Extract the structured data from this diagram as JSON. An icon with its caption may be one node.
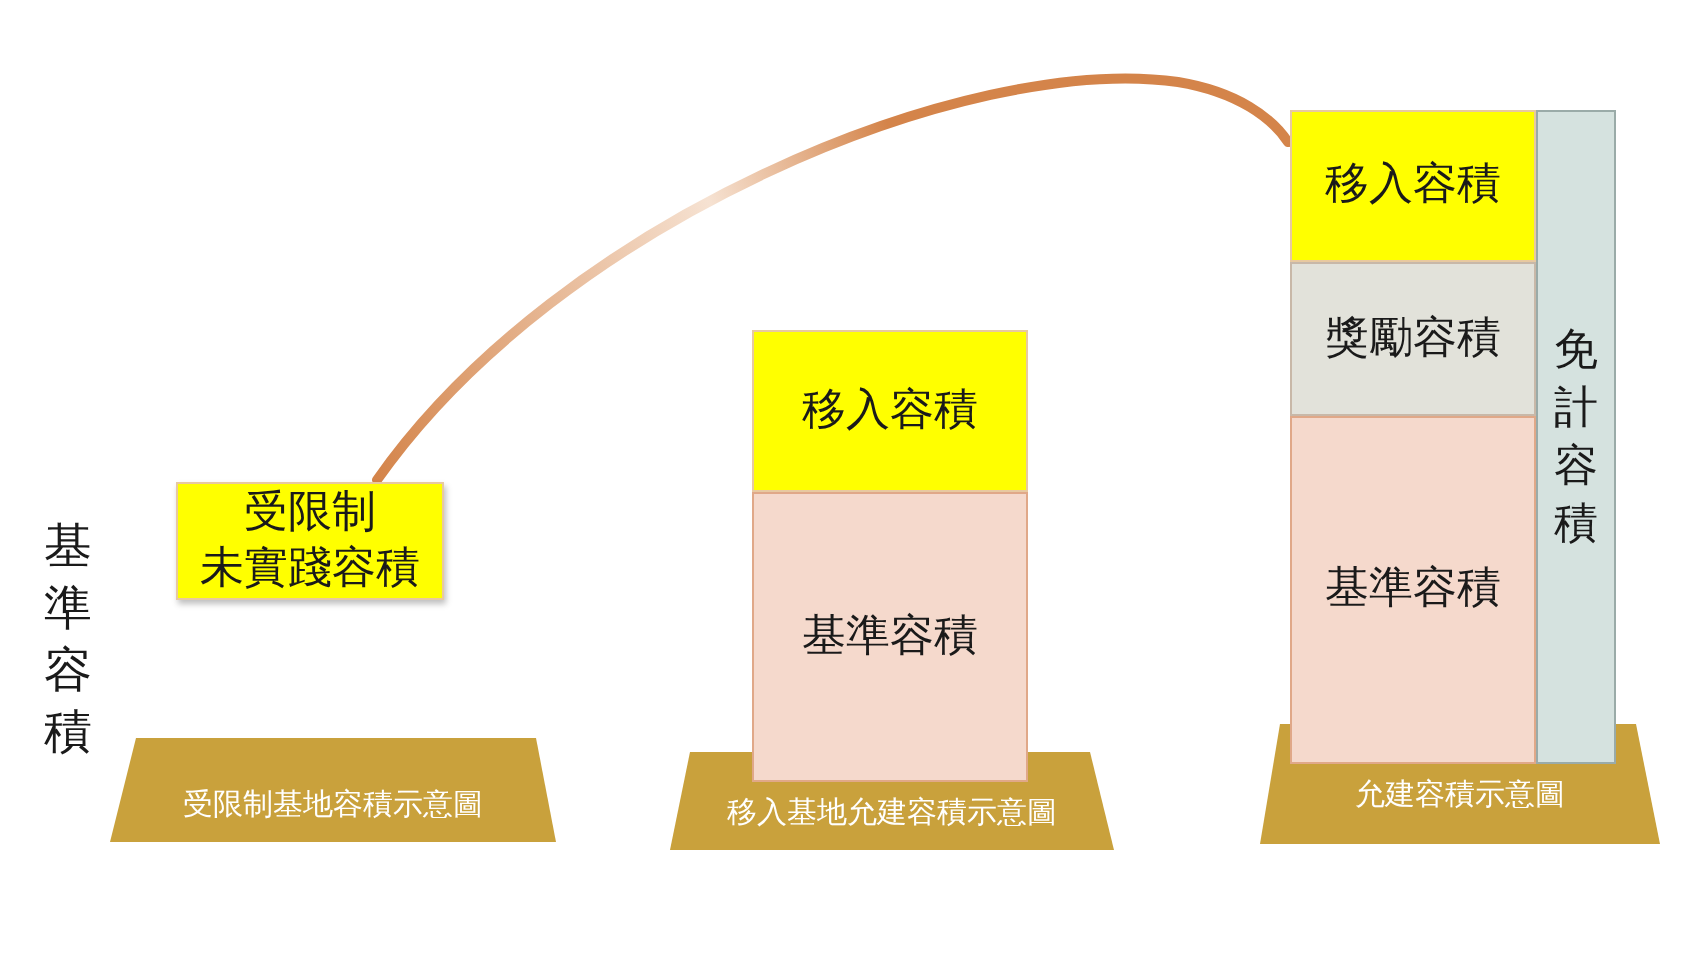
{
  "diagram": {
    "nodes": [
      {
        "text": [
          "受限制未實踐容積"
        ]
      },
      {
        "text": [
          "受限制基地容積示意圖"
        ]
      },
      {
        "text": [
          "移入容積"
        ]
      },
      {
        "text": [
          "基準容積"
        ]
      },
      {
        "text": [
          "移入基地允建容積示意圖"
        ]
      },
      {
        "text": [
          "移入容積"
        ]
      },
      {
        "text": [
          "獎勵容積"
        ]
      },
      {
        "text": [
          "基準容積"
        ]
      },
      {
        "text": [
          "免計容積"
        ]
      },
      {
        "text": [
          "允建容積示意圖"
        ]
      }
    ],
    "edges": [
      {
        "from": 0,
        "to": 5,
        "arrow": "none"
      }
    ],
    "labels": [
      "基準容積"
    ]
  }
}
